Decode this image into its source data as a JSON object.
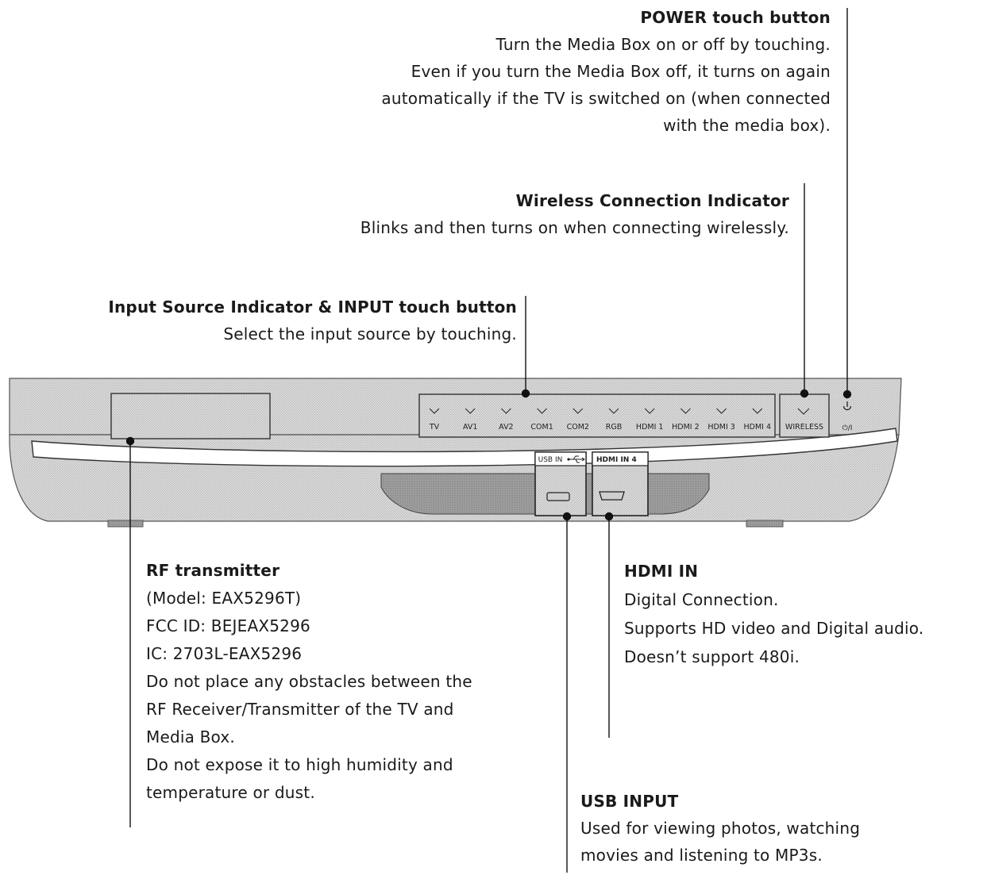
{
  "callouts": {
    "power": {
      "title": "POWER touch button",
      "lines": [
        "Turn the Media Box on or off by touching.",
        "Even if you turn the Media Box off, it turns on again",
        "automatically if the TV is switched on (when connected",
        "with the media box)."
      ]
    },
    "wireless": {
      "title": "Wireless Connection Indicator",
      "lines": [
        "Blinks and then turns on when connecting wirelessly."
      ]
    },
    "input": {
      "title": "Input Source Indicator & INPUT touch button",
      "lines": [
        "Select the input source by touching."
      ]
    },
    "rf": {
      "title": "RF transmitter",
      "lines": [
        "(Model: EAX5296T)",
        "FCC ID: BEJEAX5296",
        "IC: 2703L-EAX5296",
        "Do not place any obstacles between the",
        "RF Receiver/Transmitter of the TV and",
        "Media Box.",
        "Do not expose it to high humidity and",
        "temperature or dust."
      ]
    },
    "hdmi": {
      "title": "HDMI IN",
      "lines": [
        "Digital Connection.",
        "Supports HD video and Digital audio.",
        "Doesn’t support 480i."
      ]
    },
    "usb": {
      "title": "USB INPUT",
      "lines": [
        "Used for viewing photos, watching",
        "movies and listening to MP3s."
      ]
    }
  },
  "device": {
    "input_labels": [
      "TV",
      "AV1",
      "AV2",
      "COM1",
      "COM2",
      "RGB",
      "HDMI 1",
      "HDMI 2",
      "HDMI 3",
      "HDMI 4"
    ],
    "wireless_label": "WIRELESS",
    "power_symbol": "⏻/Ⅰ",
    "usb_port_label": "USB IN",
    "hdmi_port_label": "HDMI IN 4"
  }
}
